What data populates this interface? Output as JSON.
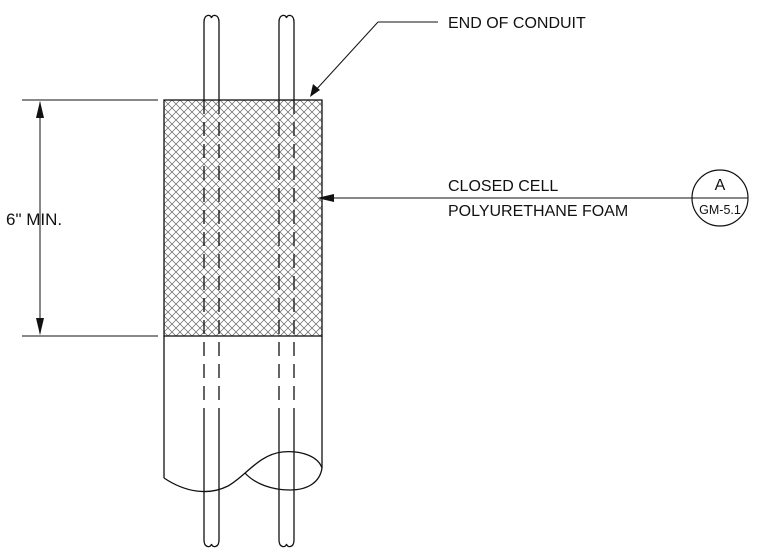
{
  "labels": {
    "end_of_conduit": "END OF CONDUIT",
    "closed_cell": "CLOSED CELL",
    "polyurethane_foam": "POLYURETHANE FOAM",
    "dimension": "6\" MIN."
  },
  "detail_callout": {
    "letter": "A",
    "sheet": "GM-5.1"
  },
  "colors": {
    "line": "#111111",
    "hatch": "#666666",
    "background": "#ffffff"
  }
}
